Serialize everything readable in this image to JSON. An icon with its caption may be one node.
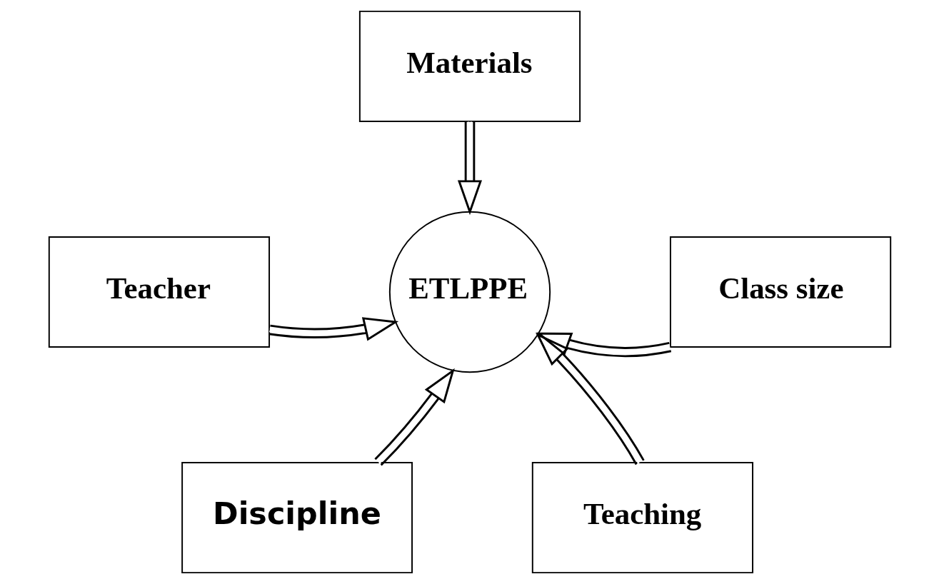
{
  "diagram": {
    "nodes": [
      {
        "text": [
          "Materials"
        ]
      },
      {
        "text": [
          "ETLPPE"
        ]
      },
      {
        "text": [
          "Teacher"
        ]
      },
      {
        "text": [
          "Class size"
        ]
      },
      {
        "text": [
          "Discipline"
        ]
      },
      {
        "text": [
          "Teaching"
        ]
      }
    ],
    "edges": [
      {
        "from": 0,
        "to": 1,
        "arrow": "to"
      },
      {
        "from": 2,
        "to": 1,
        "arrow": "to"
      },
      {
        "from": 3,
        "to": 1,
        "arrow": "to"
      },
      {
        "from": 4,
        "to": 1,
        "arrow": "to"
      },
      {
        "from": 5,
        "to": 1,
        "arrow": "to"
      }
    ]
  }
}
